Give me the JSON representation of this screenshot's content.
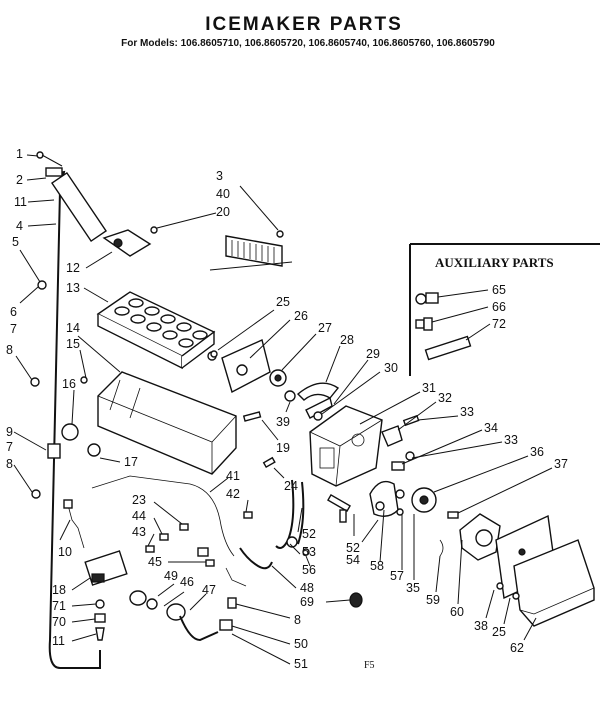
{
  "title": "ICEMAKER PARTS",
  "models": "For Models: 106.8605710, 106.8605720, 106.8605740, 106.8605760, 106.8605790",
  "auxiliary_title": "AUXILIARY PARTS",
  "sheet_code": "F5",
  "callouts": {
    "c1": "1",
    "c2": "2",
    "c11a": "11",
    "c4": "4",
    "c5": "5",
    "c6": "6",
    "c7a": "7",
    "c8a": "8",
    "c9": "9",
    "c7b": "7",
    "c8b": "8",
    "c10": "10",
    "c18": "18",
    "c71": "71",
    "c70": "70",
    "c11b": "11",
    "c3": "3",
    "c40": "40",
    "c20": "20",
    "c12": "12",
    "c13": "13",
    "c14": "14",
    "c15": "15",
    "c16": "16",
    "c17": "17",
    "c25a": "25",
    "c26": "26",
    "c27": "27",
    "c28": "28",
    "c29": "29",
    "c30": "30",
    "c39": "39",
    "c19": "19",
    "c31": "31",
    "c32": "32",
    "c33a": "33",
    "c34": "34",
    "c33b": "33",
    "c36": "36",
    "c37": "37",
    "c41": "41",
    "c42": "42",
    "c24": "24",
    "c23": "23",
    "c44": "44",
    "c43": "43",
    "c45": "45",
    "c49": "49",
    "c46": "46",
    "c47": "47",
    "c52": "52",
    "c53": "53",
    "c56": "56",
    "c48": "48",
    "c54": "54",
    "c58": "58",
    "c57": "57",
    "c35": "35",
    "c59": "59",
    "c60": "60",
    "c38": "38",
    "c25b": "25",
    "c62": "62",
    "c69": "69",
    "c8c": "8",
    "c50": "50",
    "c51": "51",
    "c65": "65",
    "c66": "66",
    "c72": "72"
  }
}
